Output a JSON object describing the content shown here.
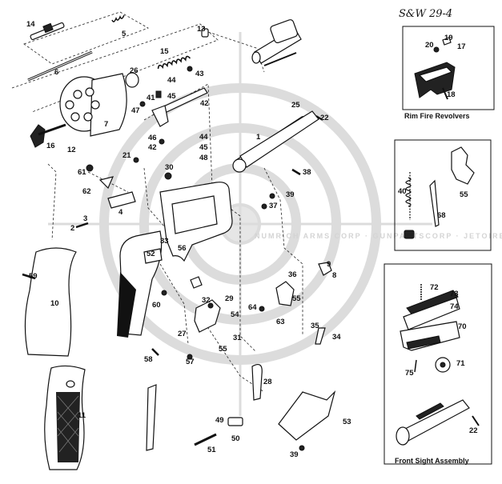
{
  "title": "S&W 29-4",
  "watermark": "NUMRICH ARMS CORP · GUNPARTSCORP · JETOIRE",
  "insets": {
    "rim_fire": {
      "caption": "Rim Fire Revolvers",
      "labels": [
        "20",
        "19",
        "17",
        "18"
      ]
    },
    "middle": {
      "labels": [
        "40",
        "68",
        "55"
      ]
    },
    "front_sight": {
      "caption": "Front Sight Assembly",
      "labels": [
        "72",
        "73",
        "74",
        "70",
        "75",
        "71",
        "22"
      ]
    }
  },
  "callouts": [
    {
      "n": "14"
    },
    {
      "n": "5"
    },
    {
      "n": "6"
    },
    {
      "n": "13"
    },
    {
      "n": "15"
    },
    {
      "n": "43"
    },
    {
      "n": "26"
    },
    {
      "n": "44"
    },
    {
      "n": "45"
    },
    {
      "n": "41"
    },
    {
      "n": "42"
    },
    {
      "n": "47"
    },
    {
      "n": "25"
    },
    {
      "n": "22"
    },
    {
      "n": "7"
    },
    {
      "n": "16"
    },
    {
      "n": "12"
    },
    {
      "n": "46"
    },
    {
      "n": "42"
    },
    {
      "n": "44"
    },
    {
      "n": "45"
    },
    {
      "n": "48"
    },
    {
      "n": "1"
    },
    {
      "n": "21"
    },
    {
      "n": "30"
    },
    {
      "n": "61"
    },
    {
      "n": "38"
    },
    {
      "n": "62"
    },
    {
      "n": "39"
    },
    {
      "n": "37"
    },
    {
      "n": "4"
    },
    {
      "n": "3"
    },
    {
      "n": "2"
    },
    {
      "n": "33"
    },
    {
      "n": "52"
    },
    {
      "n": "56"
    },
    {
      "n": "59"
    },
    {
      "n": "9"
    },
    {
      "n": "8"
    },
    {
      "n": "36"
    },
    {
      "n": "10"
    },
    {
      "n": "60"
    },
    {
      "n": "32"
    },
    {
      "n": "29"
    },
    {
      "n": "54"
    },
    {
      "n": "64"
    },
    {
      "n": "55"
    },
    {
      "n": "63"
    },
    {
      "n": "27"
    },
    {
      "n": "31"
    },
    {
      "n": "35"
    },
    {
      "n": "34"
    },
    {
      "n": "58"
    },
    {
      "n": "57"
    },
    {
      "n": "55"
    },
    {
      "n": "28"
    },
    {
      "n": "11"
    },
    {
      "n": "49"
    },
    {
      "n": "50"
    },
    {
      "n": "51"
    },
    {
      "n": "39"
    },
    {
      "n": "53"
    }
  ]
}
